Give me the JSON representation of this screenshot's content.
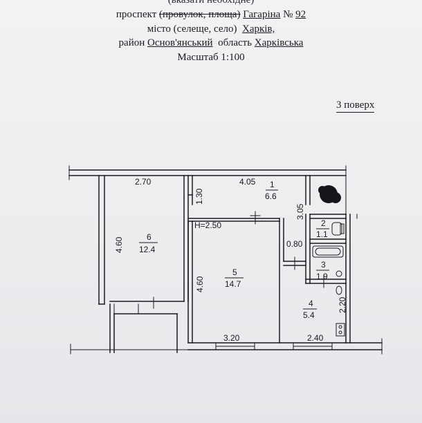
{
  "header": {
    "top_note": "(вказати необхідне)",
    "street": {
      "type": "проспект",
      "struck": "(провулок, площа)",
      "name": "Гагаріна",
      "number_prefix": "№",
      "number": "92"
    },
    "city": {
      "label": "місто (селеще, село)",
      "name": "Харків,"
    },
    "region": {
      "district_label": "район",
      "district": "Основ'янський",
      "oblast_label": "область",
      "oblast": "Харківська"
    },
    "scale": "Масштаб 1:100"
  },
  "floor_label": "3 поверх",
  "rooms": [
    {
      "num": "1",
      "area": "6.6"
    },
    {
      "num": "2",
      "area": "1.1"
    },
    {
      "num": "3",
      "area": "1.9"
    },
    {
      "num": "4",
      "area": "5.4"
    },
    {
      "num": "5",
      "area": "14.7"
    },
    {
      "num": "6",
      "area": "12.4"
    }
  ],
  "ceiling_height": "H=2.50",
  "dimensions": {
    "d270": "2.70",
    "d405": "4.05",
    "d130": "1.30",
    "d460a": "4.60",
    "d460b": "4.60",
    "d305": "3.05",
    "d080": "0.80",
    "d220": "2.20",
    "d320": "3.20",
    "d240": "2.40"
  },
  "icons": [
    "toilet-icon",
    "bathtub-icon",
    "sink-icon",
    "stove-icon"
  ]
}
